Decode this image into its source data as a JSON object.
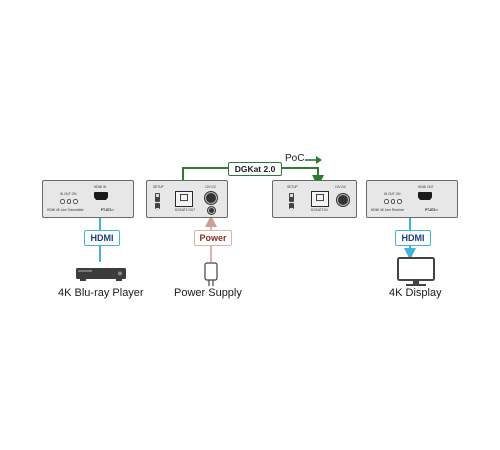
{
  "transmitter": {
    "port_label": "HDMI IN",
    "led_label": "IN  OUT ON",
    "model": "HDMI 4K Line Transmitter",
    "brand": "PT-871",
    "brand_suffix": "xr"
  },
  "transmitter_io": {
    "setup_label": "SETUP",
    "port_label": "DGKAT2 OUT",
    "power_label": "12V DC"
  },
  "receiver_io": {
    "setup_label": "SETUP",
    "port_label": "DGKAT2 IN",
    "power_label": "12V DC"
  },
  "receiver": {
    "port_label": "HDMI OUT",
    "led_label": "IN  OUT ON",
    "model": "HDMI 4K Line Receiver",
    "brand": "PT-872",
    "brand_suffix": "xr"
  },
  "connections": {
    "source_cable": "HDMI",
    "power_cable": "Power",
    "link_cable": "DGKat 2.0",
    "poc_label": "PoC",
    "display_cable": "HDMI"
  },
  "labels": {
    "source": "4K Blu-ray Player",
    "power": "Power Supply",
    "display": "4K Display"
  },
  "colors": {
    "hdmi": "#45b3d9",
    "power": "#d9b3ae",
    "link": "#2d7a32"
  }
}
